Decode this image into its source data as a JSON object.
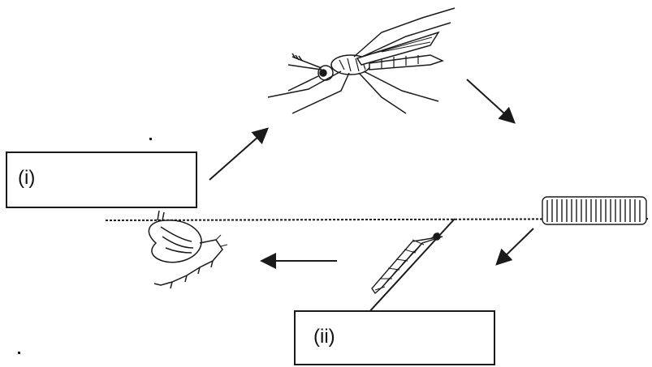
{
  "diagram": {
    "labels": {
      "box_i": "(i)",
      "box_ii": "(ii)"
    },
    "stages": [
      {
        "name": "adult-mosquito"
      },
      {
        "name": "egg-raft"
      },
      {
        "name": "larva"
      },
      {
        "name": "pupa"
      }
    ],
    "colors": {
      "ink": "#1a1a1a",
      "background": "#ffffff"
    }
  }
}
